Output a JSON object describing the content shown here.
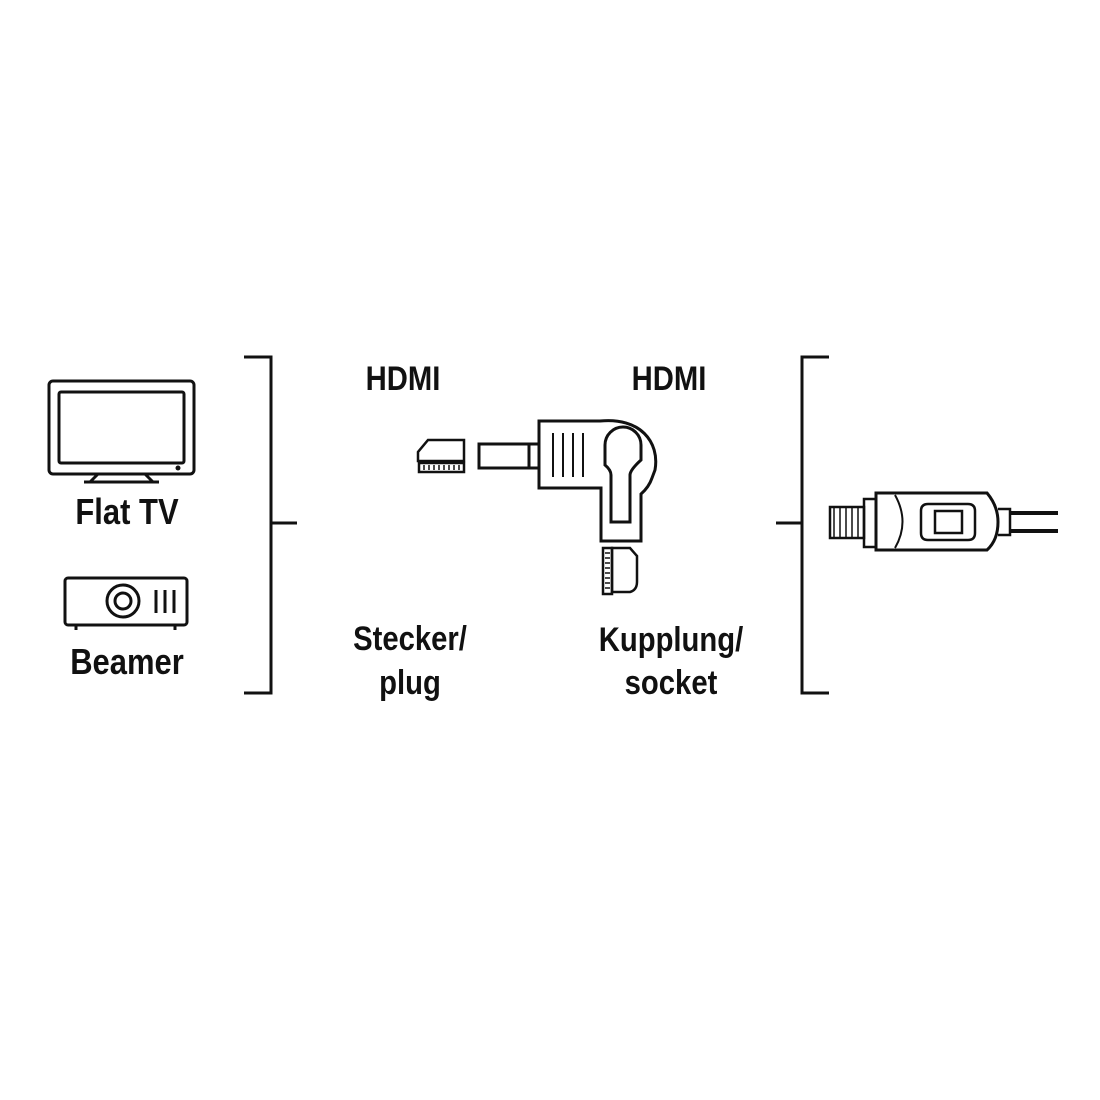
{
  "devices": {
    "flat_tv_label": "Flat TV",
    "beamer_label": "Beamer"
  },
  "plug": {
    "header": "HDMI",
    "label_line1": "Stecker/",
    "label_line2": "plug"
  },
  "socket": {
    "header": "HDMI",
    "label_line1": "Kupplung/",
    "label_line2": "socket"
  },
  "colors": {
    "stroke": "#111111",
    "background": "#ffffff"
  }
}
